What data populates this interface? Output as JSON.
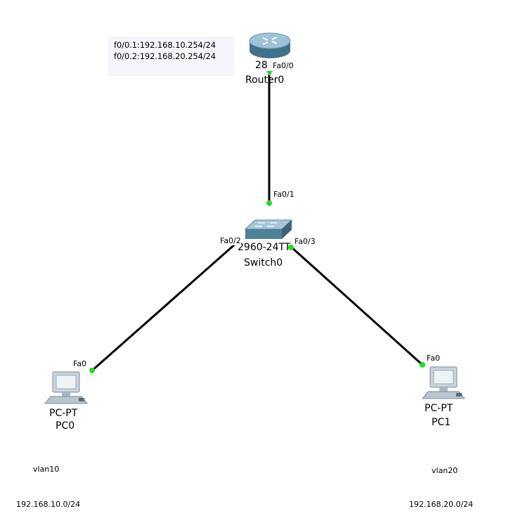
{
  "router": {
    "model": "28",
    "name": "Router0",
    "port": "Fa0/0",
    "note_lines": [
      "f0/0.1:192.168.10.254/24",
      "f0/0.2:192.168.20.254/24"
    ]
  },
  "switch": {
    "model": "2960-24TT",
    "name": "Switch0",
    "ports": {
      "uplink": "Fa0/1",
      "left": "Fa0/2",
      "right": "Fa0/3"
    }
  },
  "pc0": {
    "model": "PC-PT",
    "name": "PC0",
    "port": "Fa0",
    "vlan": "vlan10",
    "network": "192.168.10.0/24"
  },
  "pc1": {
    "model": "PC-PT",
    "name": "PC1",
    "port": "Fa0",
    "vlan": "vlan20",
    "network": "192.168.20.0/24"
  },
  "colors": {
    "link": "#000000",
    "link_up": "#22dd22",
    "router_body": "#5f8fa6",
    "switch_body": "#4f8196",
    "pc_body": "#c9d3dc",
    "note_bg": "#f4f6fb"
  },
  "icons": {
    "router": "router-icon",
    "switch": "switch-icon",
    "pc": "pc-icon"
  }
}
